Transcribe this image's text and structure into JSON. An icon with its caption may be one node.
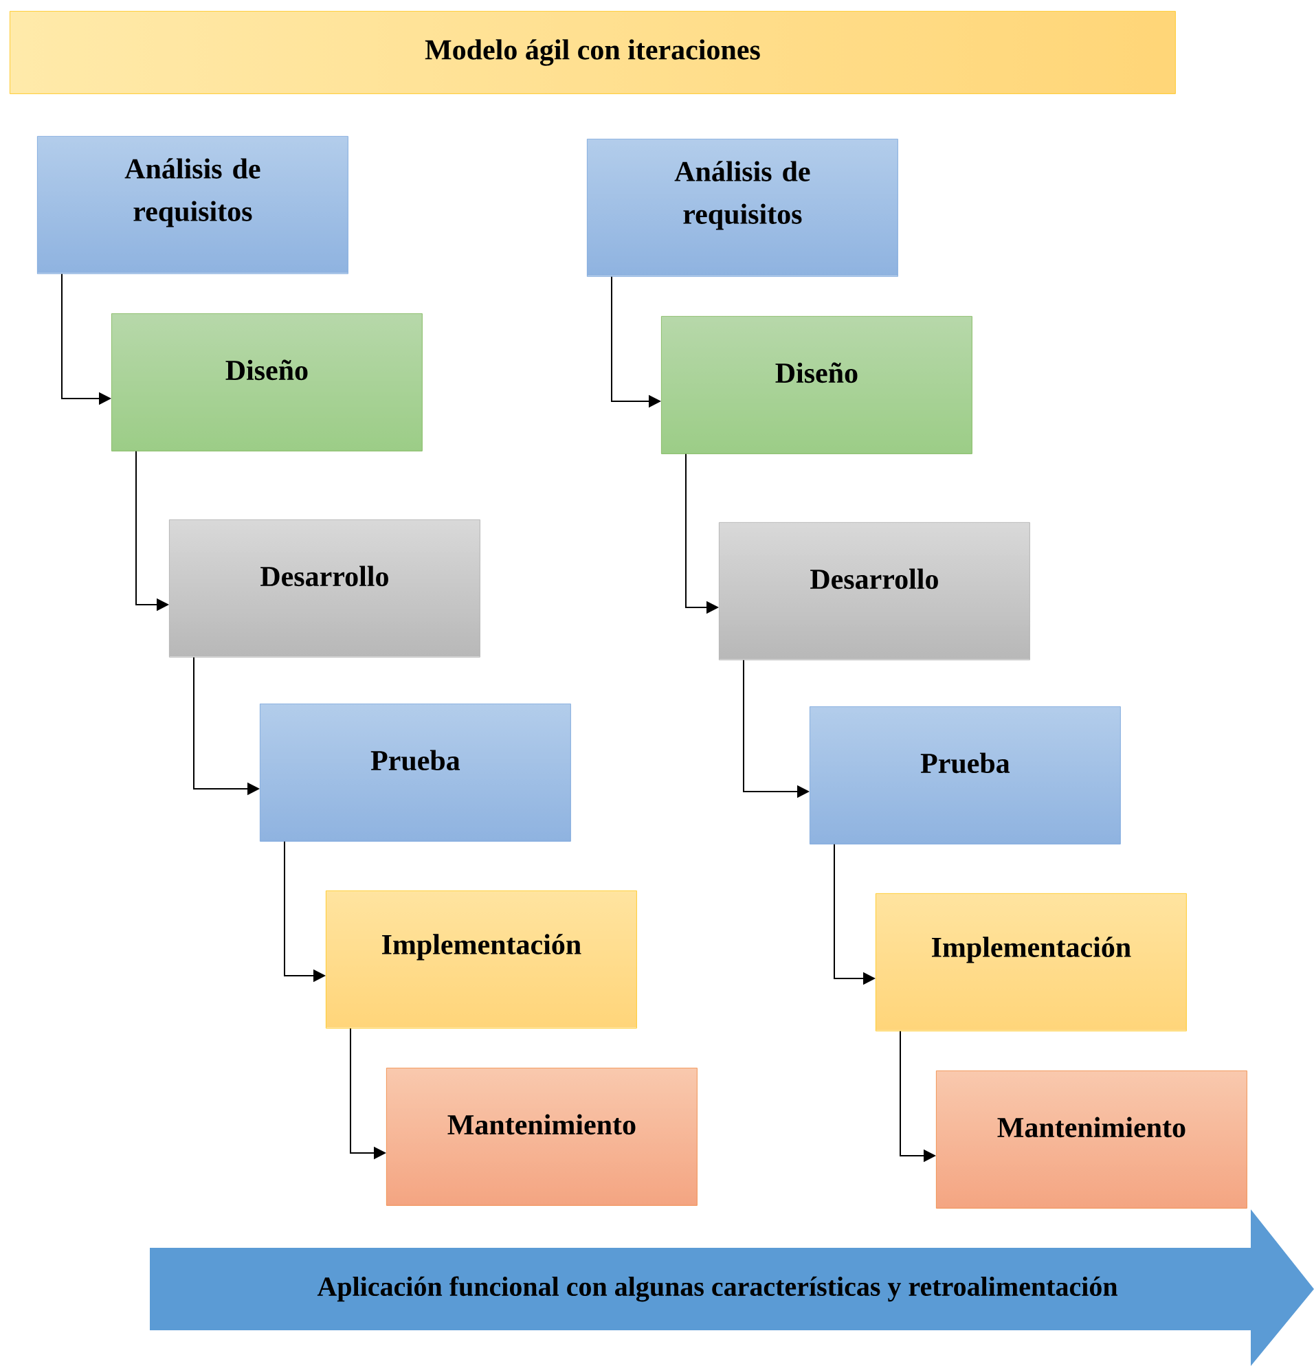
{
  "diagram": {
    "title": "Modelo ágil con iteraciones",
    "nodes": [
      {
        "text": [
          "Análisis de requisitos"
        ]
      },
      {
        "text": [
          "Diseño"
        ]
      },
      {
        "text": [
          "Desarrollo"
        ]
      },
      {
        "text": [
          "Prueba"
        ]
      },
      {
        "text": [
          "Implementación"
        ]
      },
      {
        "text": [
          "Mantenimiento"
        ]
      },
      {
        "text": [
          "Análisis de requisitos"
        ]
      },
      {
        "text": [
          "Diseño"
        ]
      },
      {
        "text": [
          "Desarrollo"
        ]
      },
      {
        "text": [
          "Prueba"
        ]
      },
      {
        "text": [
          "Implementación"
        ]
      },
      {
        "text": [
          "Mantenimiento"
        ]
      },
      {
        "text": [
          "Aplicación funcional con algunas características y retroalimentación"
        ]
      }
    ],
    "edges": [
      {
        "from": 0,
        "to": 1,
        "arrow": "to"
      },
      {
        "from": 1,
        "to": 2,
        "arrow": "to"
      },
      {
        "from": 2,
        "to": 3,
        "arrow": "to"
      },
      {
        "from": 3,
        "to": 4,
        "arrow": "to"
      },
      {
        "from": 4,
        "to": 5,
        "arrow": "to"
      },
      {
        "from": 6,
        "to": 7,
        "arrow": "to"
      },
      {
        "from": 7,
        "to": 8,
        "arrow": "to"
      },
      {
        "from": 8,
        "to": 9,
        "arrow": "to"
      },
      {
        "from": 9,
        "to": 10,
        "arrow": "to"
      },
      {
        "from": 10,
        "to": 11,
        "arrow": "to"
      }
    ]
  }
}
